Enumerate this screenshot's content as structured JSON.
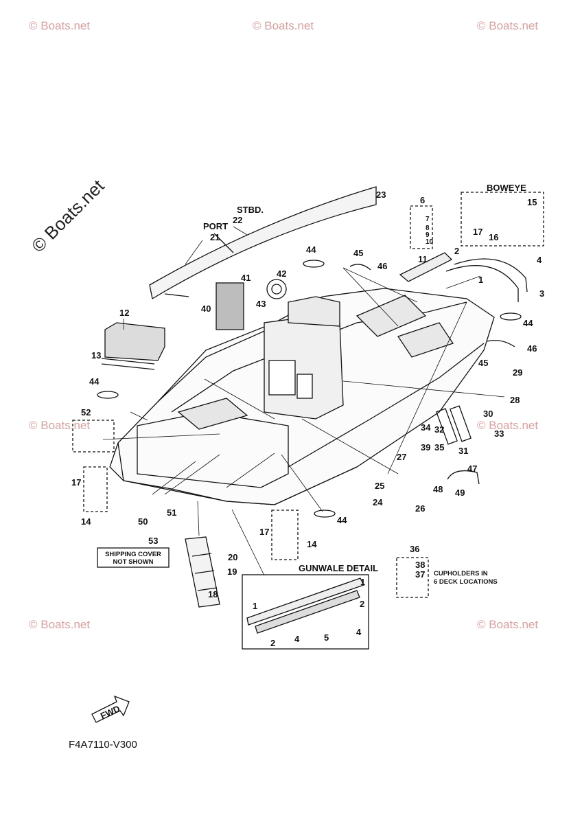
{
  "watermark": {
    "text": "© Boats.net",
    "big_text": "© Boats.net"
  },
  "figure_code": "F4A7110-V300",
  "fwd_label": "FWD",
  "headings": {
    "boweye": "BOWEYE",
    "gunwale_detail": "GUNWALE DETAIL",
    "stbd": "STBD.",
    "port": "PORT"
  },
  "notes": {
    "shipping_cover_line1": "SHIPPING COVER",
    "shipping_cover_line2": "NOT SHOWN",
    "cupholders_line1": "CUPHOLDERS IN",
    "cupholders_line2": "6 DECK LOCATIONS"
  },
  "callouts": {
    "c1": "1",
    "c2": "2",
    "c3": "3",
    "c4": "4",
    "c6": "6",
    "c7": "7",
    "c8": "8",
    "c9": "9",
    "c10": "10",
    "c11": "11",
    "c12": "12",
    "c13": "13",
    "c14a": "14",
    "c14b": "14",
    "c15": "15",
    "c16": "16",
    "c17a": "17",
    "c17b": "17",
    "c17c": "17",
    "c18": "18",
    "c19": "19",
    "c20": "20",
    "c21": "21",
    "c22": "22",
    "c23": "23",
    "c24": "24",
    "c25": "25",
    "c26": "26",
    "c27": "27",
    "c28": "28",
    "c29": "29",
    "c30": "30",
    "c31": "31",
    "c32": "32",
    "c33": "33",
    "c34": "34",
    "c35": "35",
    "c36": "36",
    "c37": "37",
    "c38": "38",
    "c39": "39",
    "c40": "40",
    "c41": "41",
    "c42": "42",
    "c43": "43",
    "c44a": "44",
    "c44b": "44",
    "c44c": "44",
    "c44d": "44",
    "c45a": "45",
    "c45b": "45",
    "c46a": "46",
    "c46b": "46",
    "c47": "47",
    "c48": "48",
    "c49": "49",
    "c50": "50",
    "c51": "51",
    "c52": "52",
    "c53": "53",
    "g1a": "1",
    "g1b": "1",
    "g2a": "2",
    "g2b": "2",
    "g4a": "4",
    "g4b": "4",
    "g5": "5"
  },
  "colors": {
    "line": "#111111",
    "watermark": "#d9a0a0"
  }
}
